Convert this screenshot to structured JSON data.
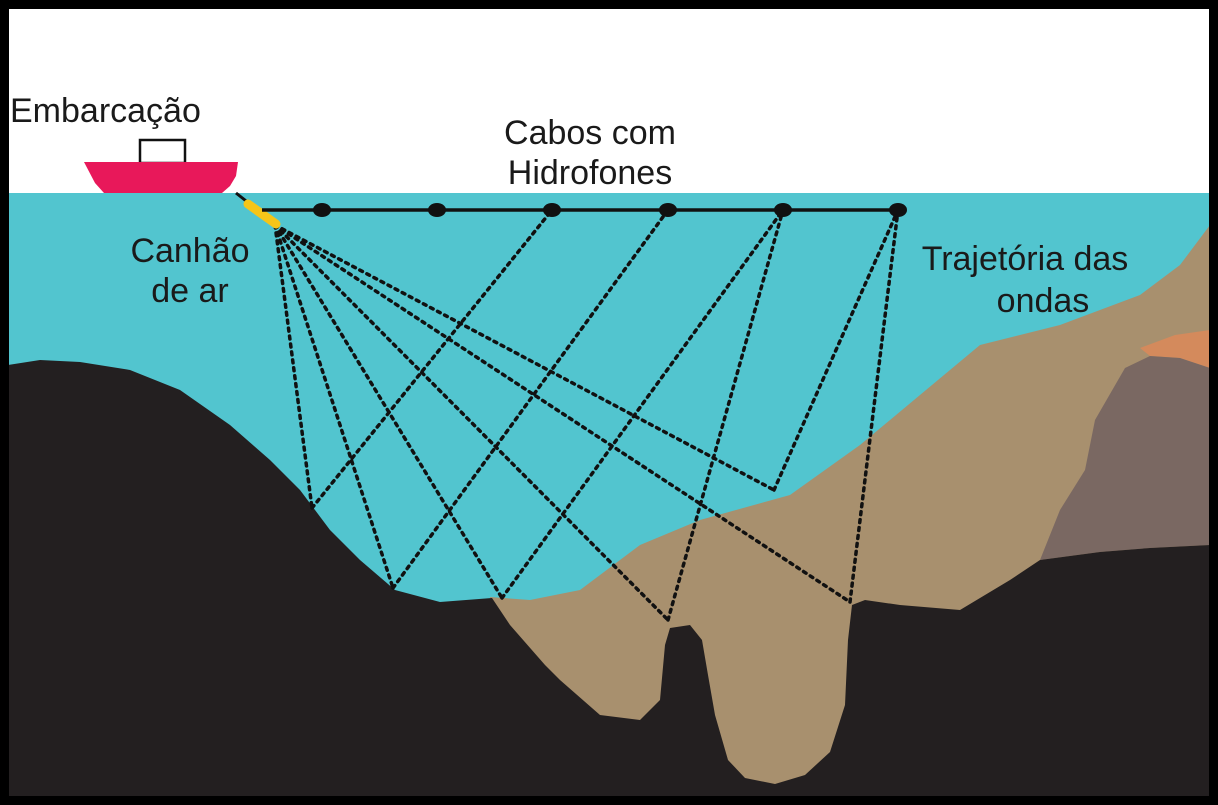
{
  "labels": {
    "vessel": "Embarcação",
    "cables_line1": "Cabos com",
    "cables_line2": "Hidrofones",
    "airgun_line1": "Canhão",
    "airgun_line2": "de ar",
    "wavepath_line1": "Trajetória das",
    "wavepath_line2": "ondas"
  },
  "colors": {
    "sky": "#ffffff",
    "water": "#52c5cf",
    "dark_rock": "#231f20",
    "sediment": "#a8906e",
    "mauve_rock": "#7a6862",
    "orange_layer": "#d48a5c",
    "ship_hull": "#e8185a",
    "air_gun": "#f5c518",
    "frame": "#000000"
  },
  "icons": {
    "vessel": "ship-icon",
    "hydrophone": "hydrophone-node-icon",
    "air_gun": "air-gun-icon"
  }
}
